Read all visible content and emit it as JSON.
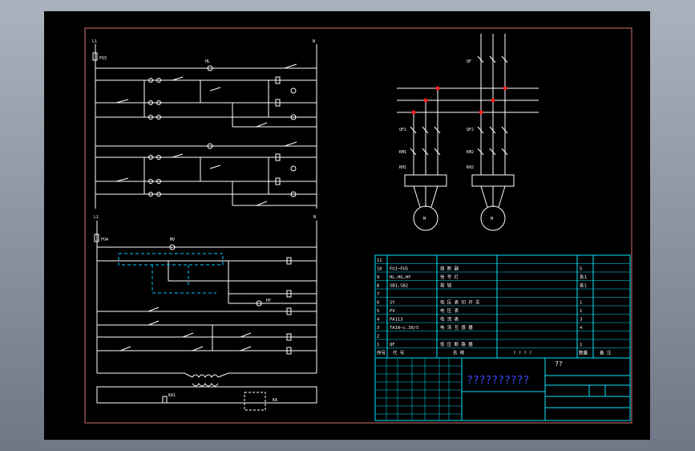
{
  "colors": {
    "background": "#000000",
    "frame_border": "#b06060",
    "wire": "#ffffff",
    "table": "#00e5ff",
    "title_text": "#3a4aff",
    "junction": "#ff2020",
    "dashed": "#00c8ff"
  },
  "drawing": {
    "title_block_title": "??????????",
    "title_block_mark": "??",
    "bom_rows": [
      {
        "no": "11",
        "code": "",
        "name": "",
        "qty": ""
      },
      {
        "no": "10",
        "code": "FU1~FU5",
        "name": "熔 断 器",
        "qty": "5"
      },
      {
        "no": "9",
        "code": "HL,HG,HY",
        "name": "信 号 灯",
        "qty": "各1"
      },
      {
        "no": "8",
        "code": "SB1,SB2",
        "name": "按 钮",
        "qty": "各1"
      },
      {
        "no": "7",
        "code": "",
        "name": "",
        "qty": ""
      },
      {
        "no": "6",
        "code": "SY",
        "name": "电 压 表 切 开 关",
        "qty": "1"
      },
      {
        "no": "5",
        "code": "PV",
        "name": "电 压 表",
        "qty": "1"
      },
      {
        "no": "4",
        "code": "PA113",
        "name": "电 流 表",
        "qty": "3"
      },
      {
        "no": "3",
        "code": "TAIA~c.30/5",
        "name": "电 流 互 感 器",
        "qty": "4"
      },
      {
        "no": "2",
        "code": "",
        "name": "",
        "qty": ""
      },
      {
        "no": "1",
        "code": "QF",
        "name": "低 压 断 路 器",
        "qty": "1"
      }
    ],
    "bom_header": {
      "no": "序号",
      "code": "代 号",
      "name": "名 称",
      "qty": "数量",
      "remark": "备 注",
      "extra": "? ? ? ?"
    },
    "labels": {
      "l1_top": "L1",
      "n_top": "N",
      "fu_top": "FU3",
      "l1_bot": "L1",
      "n_bot": "N",
      "fu_bot": "FU4",
      "hl": "HL",
      "hy": "HY",
      "mv": "MV",
      "ka1": "KA1",
      "ka": "KA",
      "motor1": "M",
      "motor2": "M",
      "qf": "QF",
      "qf1": "QF1",
      "qf2": "QF2",
      "km1": "KM1",
      "km2": "KM2",
      "kh1": "KH1",
      "kh2": "KH2"
    }
  }
}
